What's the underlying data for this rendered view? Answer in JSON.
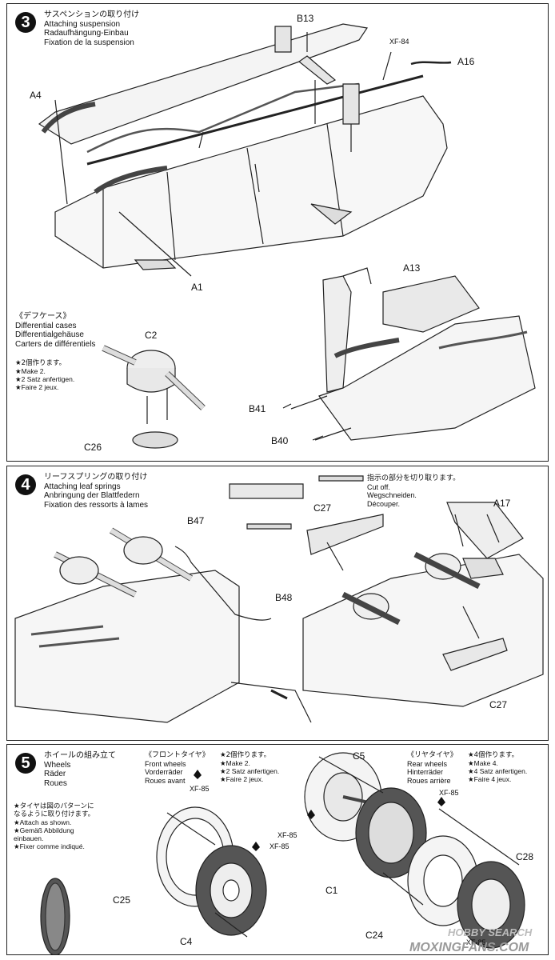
{
  "step3": {
    "number": "3",
    "title_jp": "サスペンションの取り付け",
    "title_en": "Attaching suspension",
    "title_de": "Radaufhängung-Einbau",
    "title_fr": "Fixation de la suspension",
    "labels": {
      "b13": "B13",
      "xf84": "XF-84",
      "a16": "A16",
      "a4": "A4",
      "a1": "A1",
      "a13": "A13",
      "b41": "B41",
      "b40": "B40",
      "c2": "C2",
      "c26": "C26"
    },
    "diff": {
      "title_jp": "《デフケース》",
      "title_en": "Differential cases",
      "title_de": "Differentialgehäuse",
      "title_fr": "Carters de différentiels",
      "make_jp": "★2個作ります。",
      "make_en": "★Make 2.",
      "make_de": "★2 Satz anfertigen.",
      "make_fr": "★Faire 2 jeux."
    }
  },
  "step4": {
    "number": "4",
    "title_jp": "リーフスプリングの取り付け",
    "title_en": "Attaching leaf springs",
    "title_de": "Anbringung der Blattfedern",
    "title_fr": "Fixation des ressorts à lames",
    "cut_jp": "指示の部分を切り取ります。",
    "cut_en": "Cut off.",
    "cut_de": "Wegschneiden.",
    "cut_fr": "Découper.",
    "labels": {
      "b47": "B47",
      "b48": "B48",
      "c27a": "C27",
      "c27b": "C27",
      "a17": "A17"
    }
  },
  "step5": {
    "number": "5",
    "title_jp": "ホイールの組み立て",
    "title_en": "Wheels",
    "title_de": "Räder",
    "title_fr": "Roues",
    "pattern_jp1": "★タイヤは図のパターンに",
    "pattern_jp2": "なるように取り付けます。",
    "pattern_en": "★Attach as shown.",
    "pattern_de1": "★Gemäß Abbildung",
    "pattern_de2": "einbauen.",
    "pattern_fr": "★Fixer comme indiqué.",
    "front": {
      "title_jp": "《フロントタイヤ》",
      "title_en": "Front wheels",
      "title_de": "Vorderräder",
      "title_fr": "Roues avant",
      "make_jp": "★2個作ります。",
      "make_en": "★Make 2.",
      "make_de": "★2 Satz anfertigen.",
      "make_fr": "★Faire 2 jeux."
    },
    "rear": {
      "title_jp": "《リヤタイヤ》",
      "title_en": "Rear wheels",
      "title_de": "Hinterräder",
      "title_fr": "Roues arrière",
      "make_jp": "★4個作ります。",
      "make_en": "★Make 4.",
      "make_de": "★4 Satz anfertigen.",
      "make_fr": "★Faire 4 jeux."
    },
    "labels": {
      "xf85a": "XF-85",
      "xf85b": "XF-85",
      "xf85c": "XF-85",
      "xf85d": "XF-85",
      "xf85e": "XF-85",
      "c5": "C5",
      "c1": "C1",
      "c25": "C25",
      "c4": "C4",
      "c24": "C24",
      "c28": "C28"
    }
  },
  "watermarks": {
    "hobby": "HOBBY SEARCH",
    "moxing": "MOXINGFANS.COM"
  }
}
